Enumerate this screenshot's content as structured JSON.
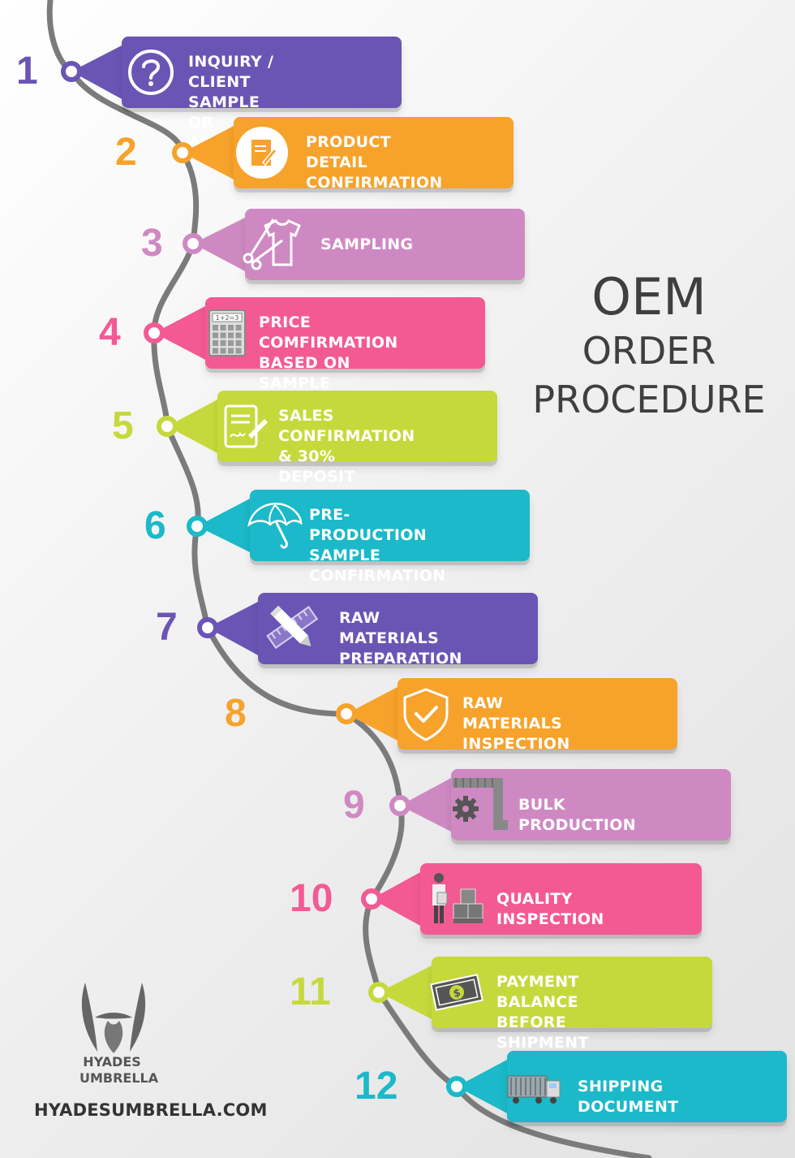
{
  "title": {
    "line1": "OEM",
    "line2": "ORDER",
    "line3": "PROCEDURE"
  },
  "colors": {
    "purple": "#6a55b4",
    "orange": "#f7a22b",
    "pink": "#cf89c2",
    "magenta": "#f35a93",
    "lime": "#c6d93c",
    "teal": "#1bb9c9",
    "path": "#7b7b7b"
  },
  "steps": [
    {
      "number": "1",
      "label": "INQUIRY / CLIENT\nSAMPLE OR ARTWORK",
      "icon": "question-icon",
      "color": "#6a55b4"
    },
    {
      "number": "2",
      "label": "PRODUCT DETAIL\nCONFIRMATION",
      "icon": "edit-document-icon",
      "color": "#f7a22b"
    },
    {
      "number": "3",
      "label": "SAMPLING",
      "icon": "scissors-shirt-icon",
      "color": "#cf89c2"
    },
    {
      "number": "4",
      "label": "PRICE COMFIRMATION\nBASED ON SAMPLE",
      "icon": "calculator-icon",
      "color": "#f35a93"
    },
    {
      "number": "5",
      "label": "SALES CONFIRMATION\n& 30% DEPOSIT",
      "icon": "signed-contract-icon",
      "color": "#c6d93c"
    },
    {
      "number": "6",
      "label": "PRE-PRODUCTION\nSAMPLE CONFIRMATION",
      "icon": "umbrella-icon",
      "color": "#1bb9c9"
    },
    {
      "number": "7",
      "label": "RAW MATERIALS\nPREPARATION",
      "icon": "pencil-ruler-icon",
      "color": "#6a55b4"
    },
    {
      "number": "8",
      "label": "RAW MATERIALS\nINSPECTION",
      "icon": "shield-check-icon",
      "color": "#f7a22b"
    },
    {
      "number": "9",
      "label": "BULK PRODUCTION",
      "icon": "conveyor-gear-icon",
      "color": "#cf89c2"
    },
    {
      "number": "10",
      "label": "QUALITY INSPECTION",
      "icon": "worker-boxes-icon",
      "color": "#f35a93"
    },
    {
      "number": "11",
      "label": "PAYMENT BALANCE\nBEFORE SHIPMENT",
      "icon": "dollar-bill-icon",
      "color": "#c6d93c"
    },
    {
      "number": "12",
      "label": "SHIPPING DOCUMENT",
      "icon": "shipping-container-icon",
      "color": "#1bb9c9"
    }
  ],
  "brand": {
    "name": "HYADES\nUMBRELLA",
    "url": "HYADESUMBRELLA.COM",
    "logo": "hyades-logo-icon"
  }
}
